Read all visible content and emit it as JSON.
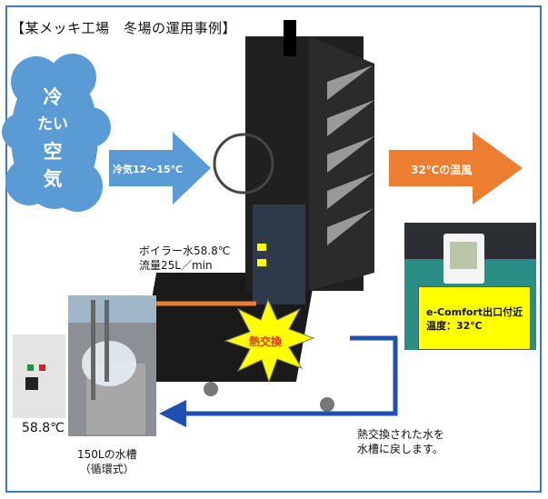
{
  "title": "【某メッキ工場　冬場の運用事例】",
  "cloud": {
    "lines": [
      "冷",
      "たい",
      "空",
      "気"
    ]
  },
  "cold_arrow_label": "冷気12～15℃",
  "warm_arrow_label": "32℃の温風",
  "boiler": {
    "line1": "ボイラー水58.8℃",
    "line2": "流量25L／min"
  },
  "heat_exchange": "熱交換",
  "sensor_box": {
    "line1": "e-Comfort出口付近",
    "line2": "温度：32℃"
  },
  "controller_temp": "58.8℃",
  "tank": {
    "line1": "150Lの水槽",
    "line2": "（循環式）"
  },
  "return": {
    "line1": "熱交換された水を",
    "line2": "水槽に戻します。"
  },
  "colors": {
    "blue": "#5b9bd5",
    "orange": "#ed7d31",
    "yellow": "#ffff00",
    "dark_blue": "#1f4fb0"
  }
}
